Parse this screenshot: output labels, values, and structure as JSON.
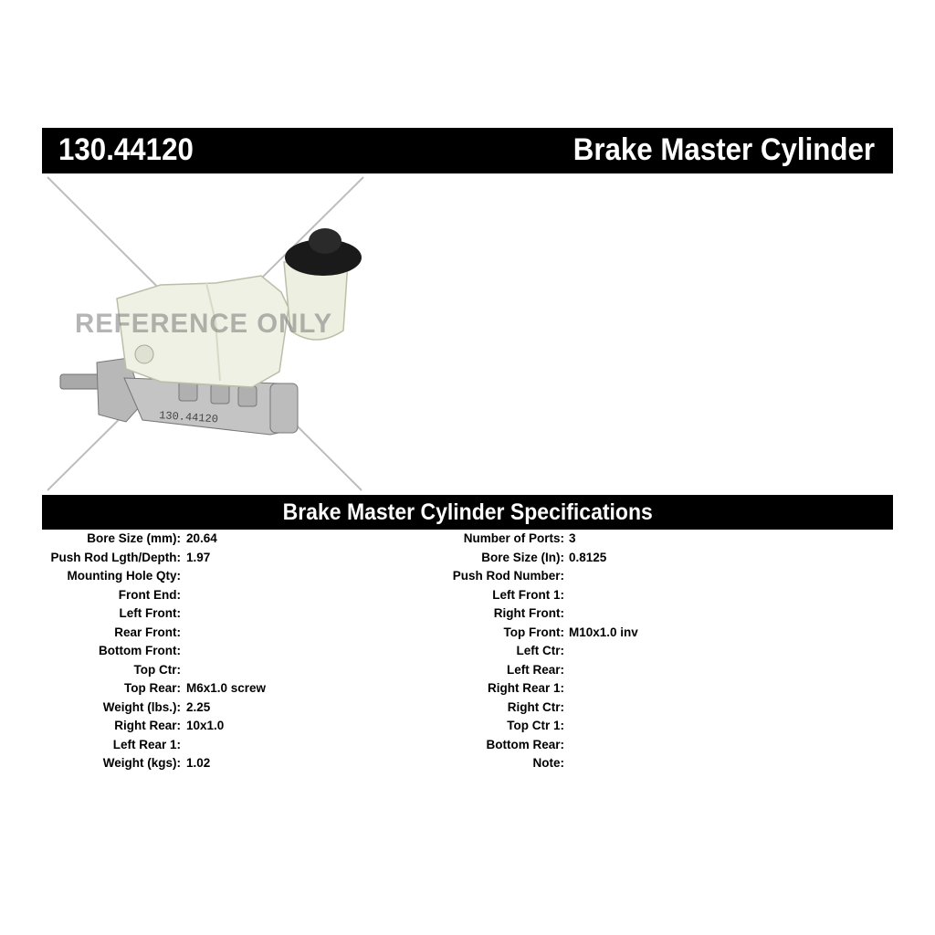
{
  "header": {
    "part_number": "130.44120",
    "part_title": "Brake Master Cylinder"
  },
  "image": {
    "watermark": "REFERENCE ONLY",
    "cast_marking": "130.44120"
  },
  "specs": {
    "title": "Brake Master Cylinder Specifications",
    "left": [
      {
        "label": "Bore Size (mm):",
        "value": "20.64"
      },
      {
        "label": "Push Rod Lgth/Depth:",
        "value": "1.97"
      },
      {
        "label": "Mounting Hole Qty:",
        "value": ""
      },
      {
        "label": "Front End:",
        "value": ""
      },
      {
        "label": "Left Front:",
        "value": ""
      },
      {
        "label": "Rear Front:",
        "value": ""
      },
      {
        "label": "Bottom Front:",
        "value": ""
      },
      {
        "label": "Top Ctr:",
        "value": ""
      },
      {
        "label": "Top Rear:",
        "value": "M6x1.0 screw"
      },
      {
        "label": "Weight (lbs.):",
        "value": "2.25"
      },
      {
        "label": "Right Rear:",
        "value": "10x1.0"
      },
      {
        "label": "Left Rear 1:",
        "value": ""
      },
      {
        "label": "Weight (kgs):",
        "value": "1.02"
      }
    ],
    "right": [
      {
        "label": "Number of Ports:",
        "value": "3"
      },
      {
        "label": "Bore Size (In):",
        "value": "0.8125"
      },
      {
        "label": "Push Rod Number:",
        "value": ""
      },
      {
        "label": "Left Front 1:",
        "value": ""
      },
      {
        "label": "Right Front:",
        "value": ""
      },
      {
        "label": "Top Front:",
        "value": "M10x1.0 inv"
      },
      {
        "label": "Left Ctr:",
        "value": ""
      },
      {
        "label": "Left Rear:",
        "value": ""
      },
      {
        "label": "Right Rear 1:",
        "value": ""
      },
      {
        "label": "Right Ctr:",
        "value": ""
      },
      {
        "label": "Top Ctr 1:",
        "value": ""
      },
      {
        "label": "Bottom Rear:",
        "value": ""
      },
      {
        "label": "Note:",
        "value": ""
      }
    ]
  }
}
